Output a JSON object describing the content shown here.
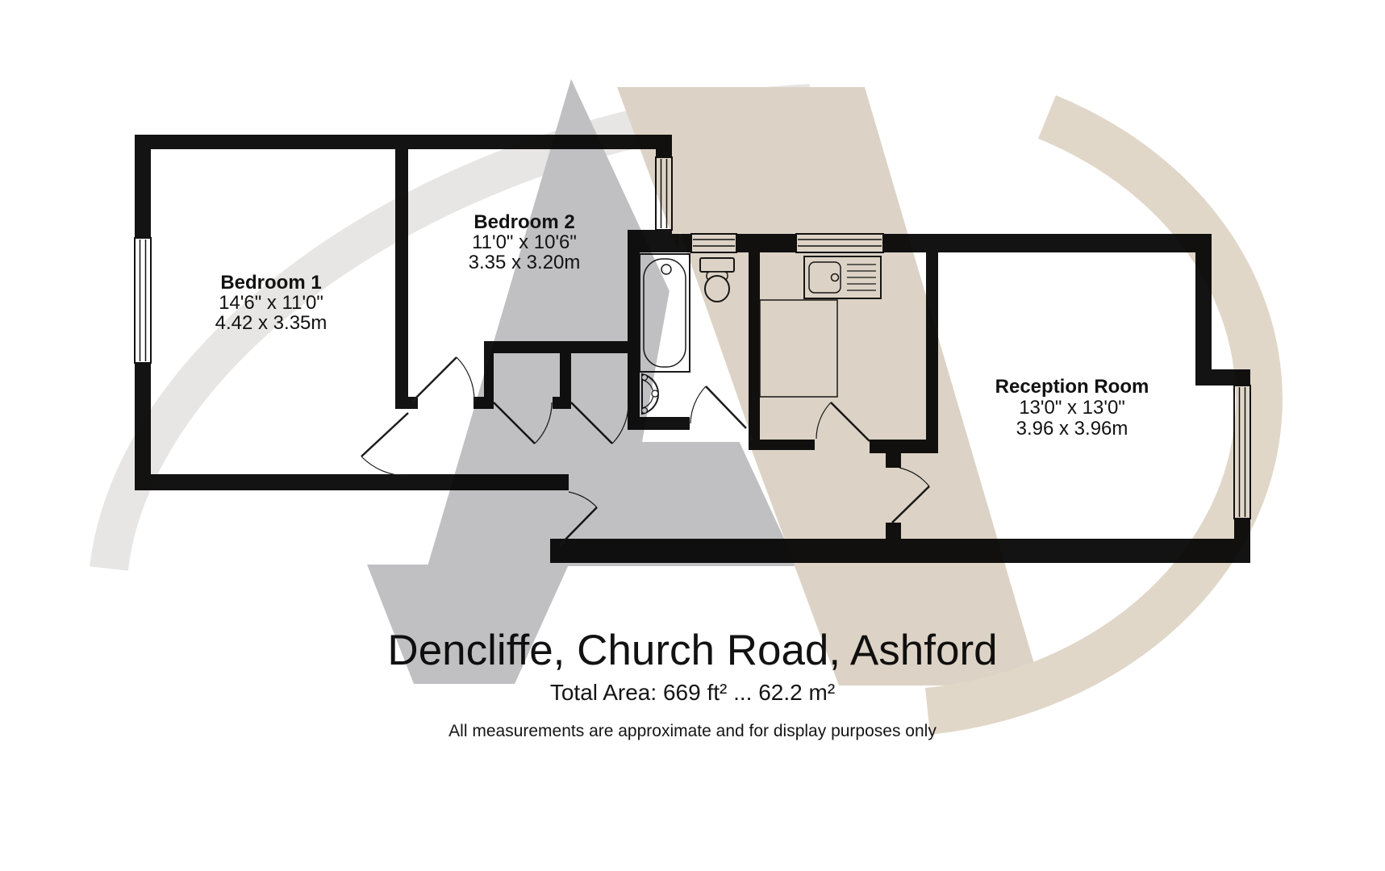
{
  "footer": {
    "address": "Dencliffe, Church Road, Ashford",
    "total_area": "Total Area: 669 ft² ... 62.2 m²",
    "disclaimer": "All measurements are approximate and for display purposes only"
  },
  "rooms": [
    {
      "name": "Bedroom 1",
      "imperial": "14'6\" x 11'0\"",
      "metric": "4.42 x 3.35m"
    },
    {
      "name": "Bedroom 2",
      "imperial": "11'0\" x 10'6\"",
      "metric": "3.35 x 3.20m"
    },
    {
      "name": "Reception Room",
      "imperial": "13'0\" x 13'0\"",
      "metric": "3.96 x 3.96m"
    }
  ],
  "colors": {
    "wall": "#131313",
    "watermark_gray": "#a8a8ab",
    "watermark_tan": "#cec2b0",
    "swoosh_left": "#dfddda",
    "swoosh_right": "#d5c8b4"
  }
}
